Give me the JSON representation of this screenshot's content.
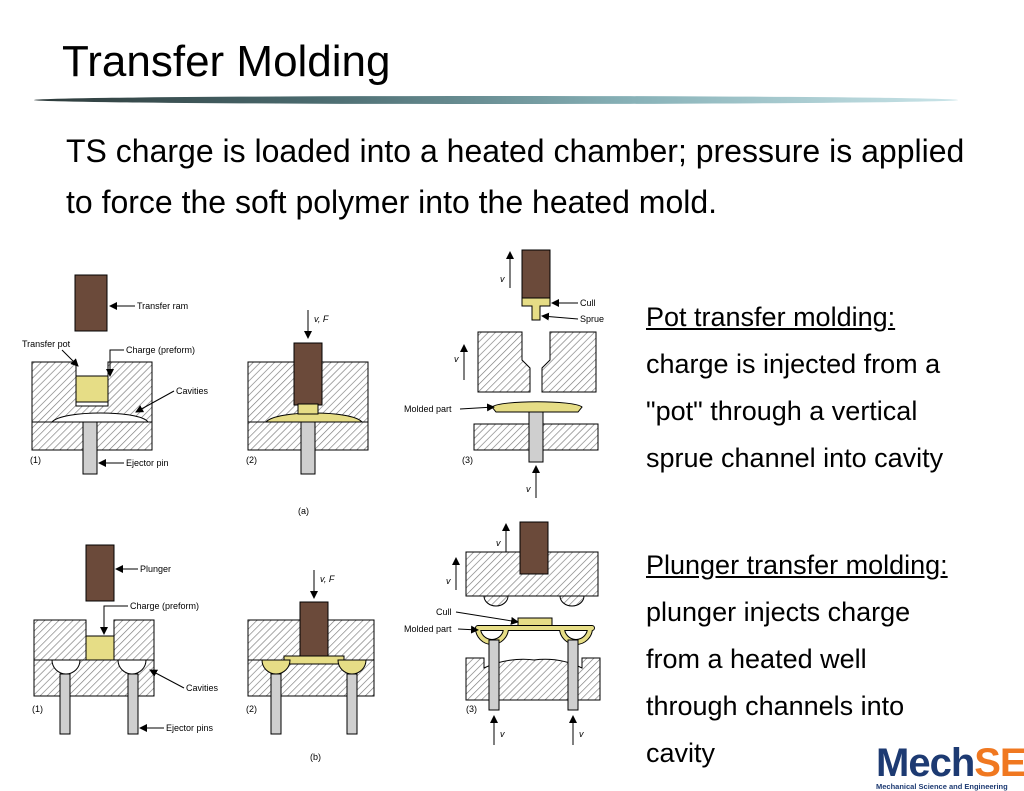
{
  "slide": {
    "title": "Transfer Molding",
    "intro": "TS charge is loaded into a heated chamber; pressure is applied to force the soft polymer into the heated mold."
  },
  "pot_section": {
    "heading": "Pot transfer molding:",
    "lines": [
      "charge is injected from a",
      "\"pot\" through a vertical",
      "sprue channel into cavity"
    ]
  },
  "plunger_section": {
    "heading": "Plunger transfer molding:",
    "lines": [
      "plunger injects charge",
      "from a heated well",
      "through channels into",
      "cavity"
    ]
  },
  "figure": {
    "labels": {
      "transfer_ram": "Transfer ram",
      "transfer_pot": "Transfer pot",
      "charge_preform": "Charge (preform)",
      "cavities": "Cavities",
      "ejector_pin": "Ejector pin",
      "ejector_pins": "Ejector pins",
      "plunger": "Plunger",
      "cull": "Cull",
      "sprue": "Sprue",
      "molded_part": "Molded part",
      "vf": "v, F",
      "v": "v",
      "step1": "(1)",
      "step2": "(2)",
      "step3": "(3)",
      "part_a": "(a)",
      "part_b": "(b)"
    }
  },
  "logo": {
    "mark_a": "Mech",
    "mark_b": "SE",
    "subtitle": "Mechanical Science and Engineering"
  },
  "colors": {
    "ram": "#6b4a3a",
    "charge": "#e6dd86",
    "hatch": "#7a7a7a",
    "pin": "#cfcfcf",
    "logo_blue": "#1d3a72",
    "logo_orange": "#f07820"
  }
}
